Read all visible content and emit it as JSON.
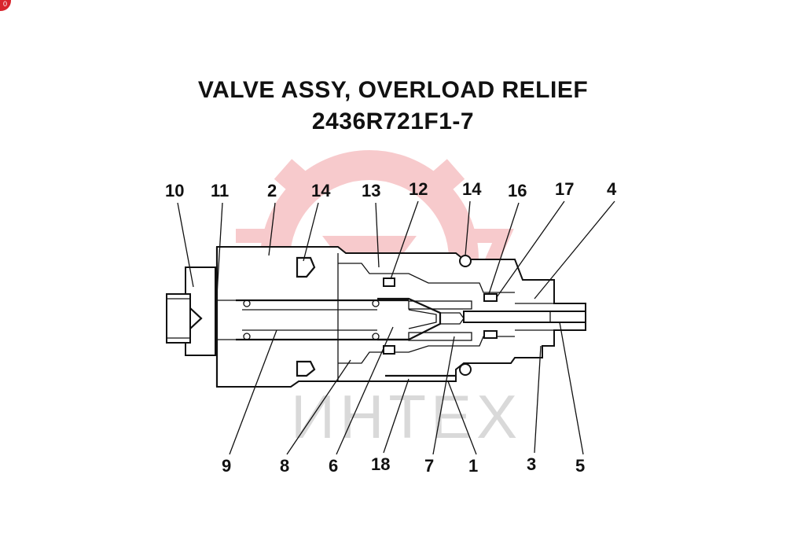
{
  "title": {
    "line1": "VALVE ASSY, OVERLOAD RELIEF",
    "line2": "2436R721F1-7"
  },
  "corner_badge": "0",
  "watermark": {
    "text": "ИНТЕХ",
    "color": "#f2a0a4"
  },
  "callouts": {
    "top": [
      "10",
      "11",
      "2",
      "14",
      "13",
      "12",
      "14",
      "16",
      "17",
      "4"
    ],
    "bottom": [
      "9",
      "8",
      "6",
      "18",
      "7",
      "1",
      "3",
      "5"
    ]
  }
}
